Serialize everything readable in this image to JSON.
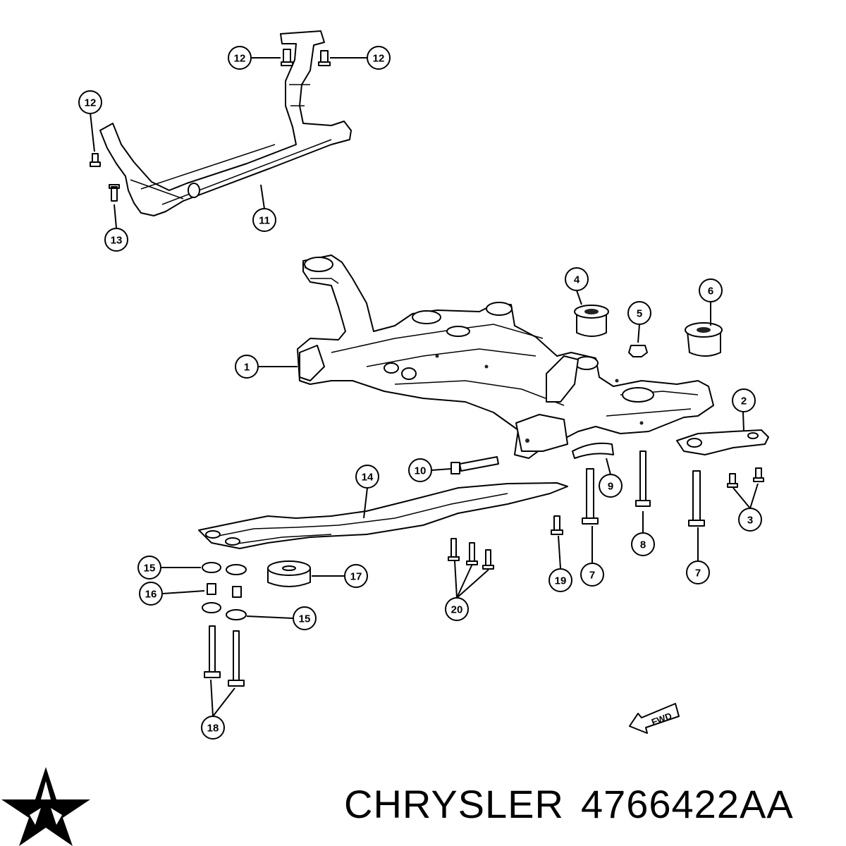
{
  "callouts": [
    {
      "label": "12"
    },
    {
      "label": "12"
    },
    {
      "label": "12"
    },
    {
      "label": "13"
    },
    {
      "label": "11"
    },
    {
      "label": "1"
    },
    {
      "label": "4"
    },
    {
      "label": "5"
    },
    {
      "label": "6"
    },
    {
      "label": "2"
    },
    {
      "label": "10"
    },
    {
      "label": "9"
    },
    {
      "label": "14"
    },
    {
      "label": "3"
    },
    {
      "label": "8"
    },
    {
      "label": "7"
    },
    {
      "label": "7"
    },
    {
      "label": "19"
    },
    {
      "label": "15"
    },
    {
      "label": "17"
    },
    {
      "label": "16"
    },
    {
      "label": "15"
    },
    {
      "label": "20"
    },
    {
      "label": "18"
    }
  ],
  "fwd_label": "FWD",
  "brand": {
    "name": "CHRYSLER",
    "part_number": "4766422AA"
  },
  "icons": {
    "logo": "chrysler-pentastar-icon",
    "direction": "fwd-arrow-icon"
  }
}
